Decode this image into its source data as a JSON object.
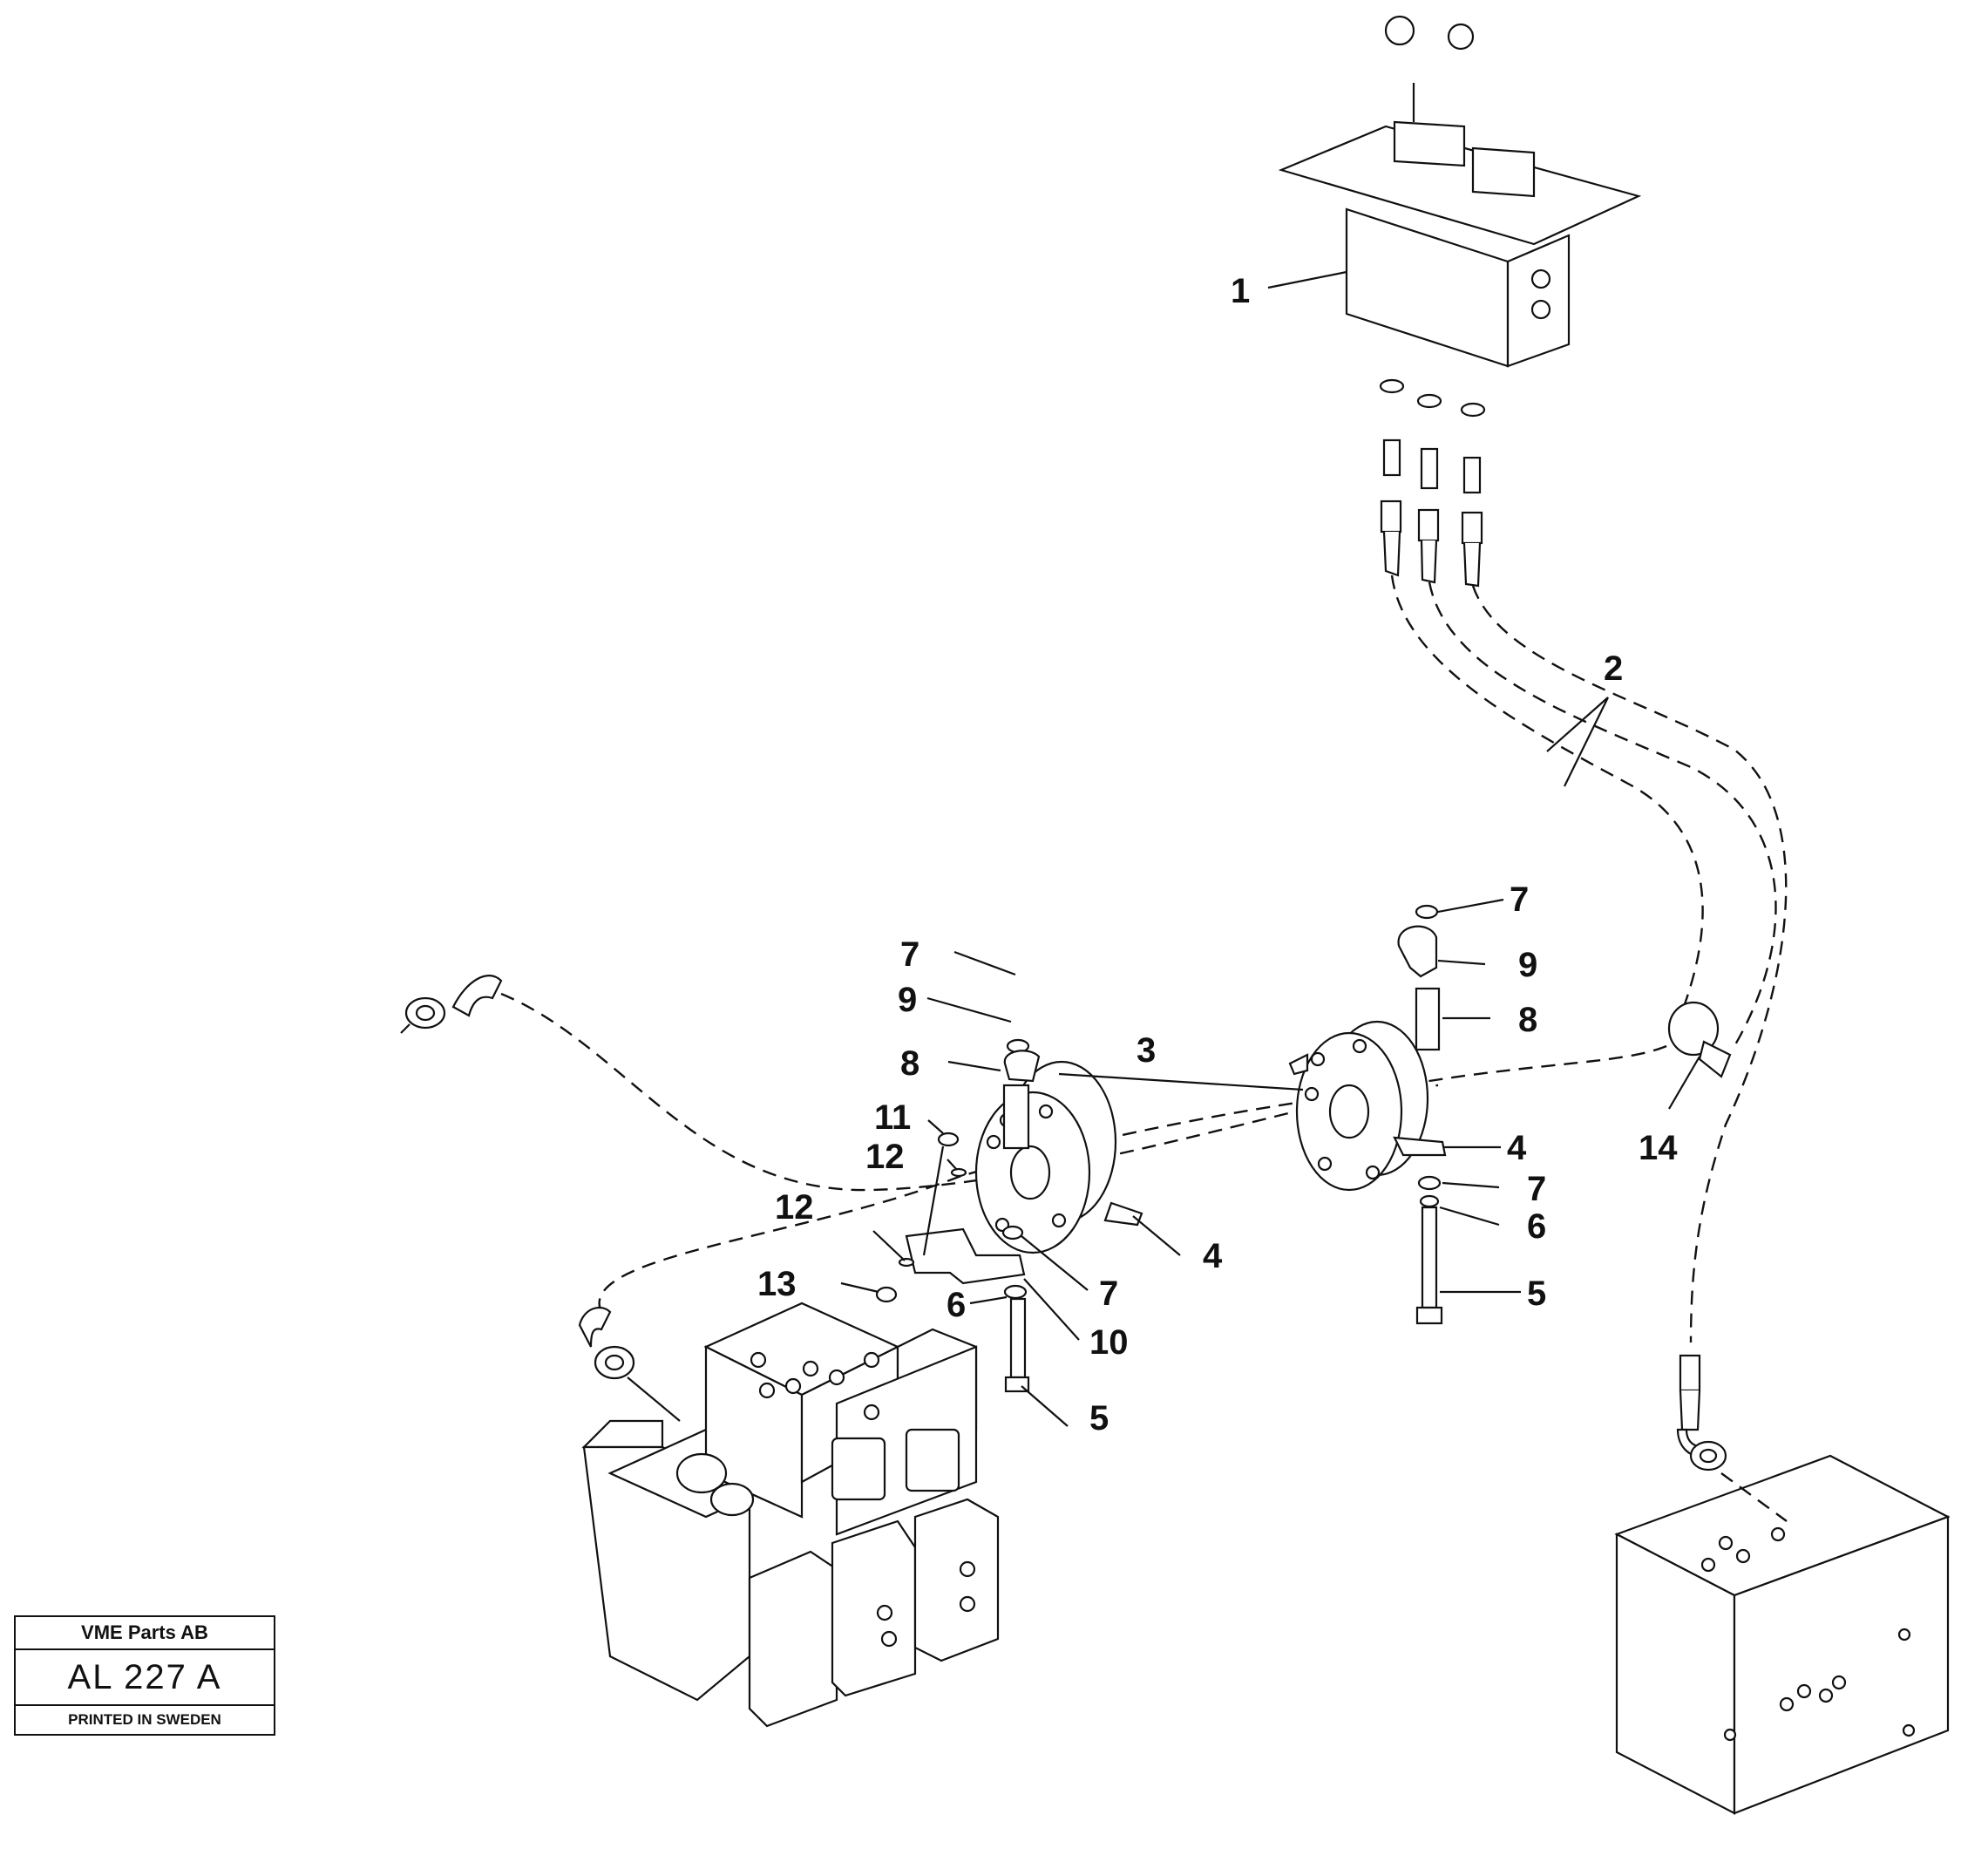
{
  "callouts": [
    {
      "id": "c1",
      "label": "1"
    },
    {
      "id": "c2",
      "label": "2"
    },
    {
      "id": "c3",
      "label": "3"
    },
    {
      "id": "c4a",
      "label": "4"
    },
    {
      "id": "c4b",
      "label": "4"
    },
    {
      "id": "c5a",
      "label": "5"
    },
    {
      "id": "c5b",
      "label": "5"
    },
    {
      "id": "c6a",
      "label": "6"
    },
    {
      "id": "c6b",
      "label": "6"
    },
    {
      "id": "c7a",
      "label": "7"
    },
    {
      "id": "c7b",
      "label": "7"
    },
    {
      "id": "c7c",
      "label": "7"
    },
    {
      "id": "c7d",
      "label": "7"
    },
    {
      "id": "c8a",
      "label": "8"
    },
    {
      "id": "c8b",
      "label": "8"
    },
    {
      "id": "c9a",
      "label": "9"
    },
    {
      "id": "c9b",
      "label": "9"
    },
    {
      "id": "c10",
      "label": "10"
    },
    {
      "id": "c11",
      "label": "11"
    },
    {
      "id": "c12a",
      "label": "12"
    },
    {
      "id": "c12b",
      "label": "12"
    },
    {
      "id": "c13",
      "label": "13"
    },
    {
      "id": "c14",
      "label": "14"
    }
  ],
  "title_block": {
    "company": "VME Parts AB",
    "drawing_code": "AL 227 A",
    "printed": "PRINTED IN SWEDEN"
  }
}
